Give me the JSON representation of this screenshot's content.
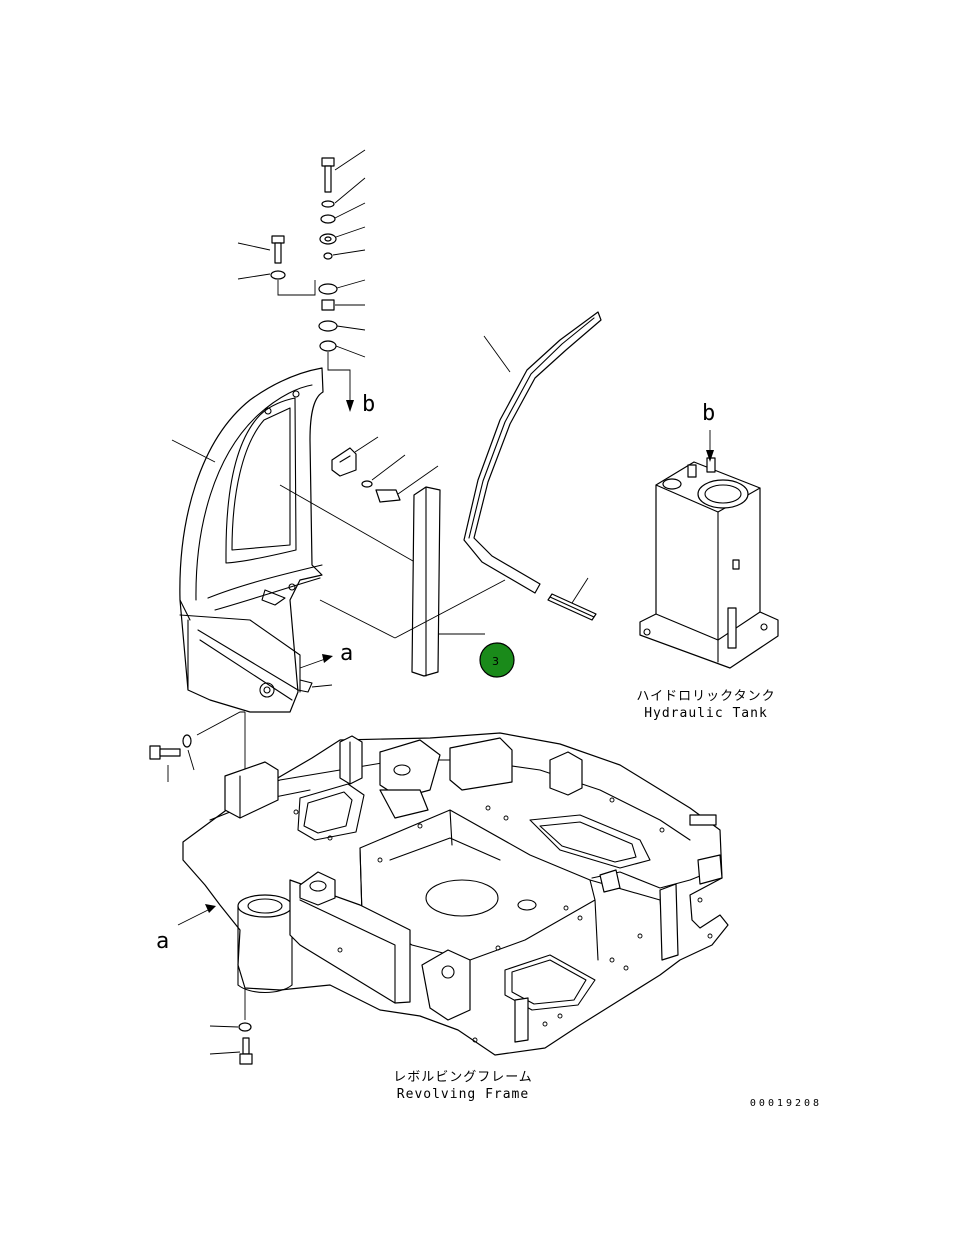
{
  "labels": {
    "a_upper": "a",
    "a_lower": "a",
    "b_left": "b",
    "b_right": "b",
    "tank_jp": "ハイドロリックタンク",
    "tank_en": "Hydraulic Tank",
    "frame_jp": "レボルビングフレーム",
    "frame_en": "Revolving Frame",
    "drawing_number": "00019208"
  },
  "callouts": [
    {
      "number": "3",
      "color": "#1a8a1a"
    }
  ],
  "colors": {
    "line": "#000000",
    "background": "#ffffff",
    "callout_fill": "#1a8a1a"
  }
}
